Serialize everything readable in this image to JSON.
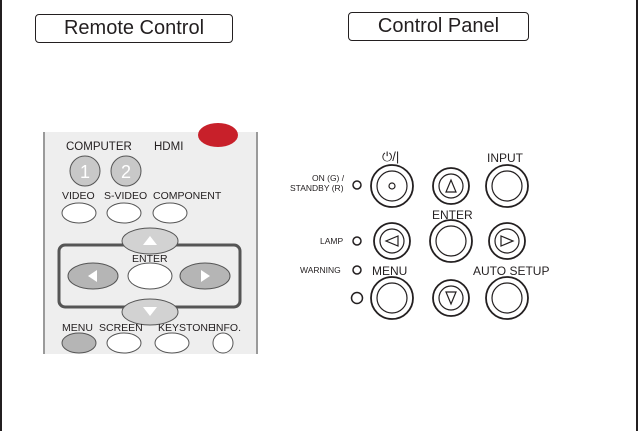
{
  "labels": {
    "remote_control": "Remote Control",
    "control_panel": "Control Panel"
  },
  "remote": {
    "computer": "COMPUTER",
    "hdmi": "HDMI",
    "key_1": "1",
    "key_2": "2",
    "video": "VIDEO",
    "s_video": "S-VIDEO",
    "component": "COMPONENT",
    "enter": "ENTER",
    "menu": "MENU",
    "screen": "SCREEN",
    "keystone": "KEYSTONE",
    "info": "INFO."
  },
  "panel": {
    "power_symbol": "⏻/|",
    "on_standby_line1": "ON (G) /",
    "on_standby_line2": "STANDBY (R)",
    "input": "INPUT",
    "enter": "ENTER",
    "lamp": "LAMP",
    "warning": "WARNING",
    "menu": "MENU",
    "auto_setup": "AUTO SETUP"
  },
  "colors": {
    "ink": "#231f20",
    "remote_body": "#e8e8e8",
    "remote_key": "#c8c8c8",
    "remote_key_dark": "#b5b5b5",
    "red_accent": "#c8202a"
  }
}
